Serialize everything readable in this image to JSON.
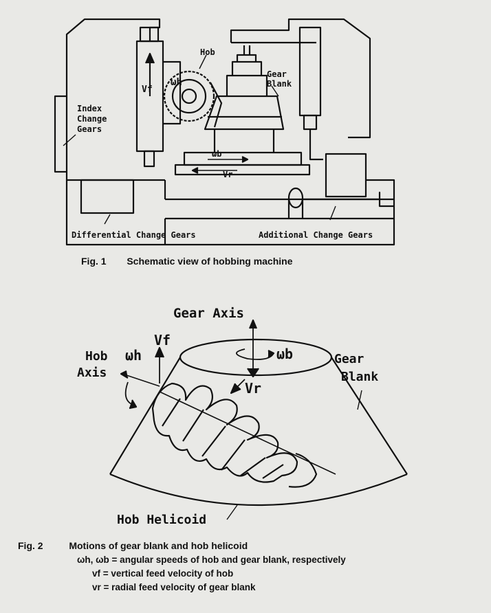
{
  "figure1": {
    "labels": {
      "hob": "Hob",
      "gear_blank": "Gear\nBlank",
      "index_change_gears": "Index\nChange\nGears",
      "differential_change_gears": "Differential Change Gears",
      "additional_change_gears": "Additional Change Gears",
      "vf": "Vf",
      "omega_h": "ωh",
      "omega_b": "ωb",
      "vr": "Vr"
    },
    "caption_num": "Fig. 1",
    "caption_text": "Schematic view of hobbing machine"
  },
  "figure2": {
    "labels": {
      "gear_axis": "Gear Axis",
      "hob_axis": "Hob\nAxis",
      "gear_blank": "Gear\nBlank",
      "hob_helicoid": "Hob Helicoid",
      "omega_h": "ωh",
      "omega_b": "ωb",
      "vf": "Vf",
      "vr": "Vr"
    },
    "caption_num": "Fig. 2",
    "caption_text": "Motions of gear blank and hob helicoid",
    "legend": [
      "ωh, ωb = angular speeds of hob and gear blank, respectively",
      "vf = vertical feed velocity of hob",
      "vr = radial feed velocity of gear blank"
    ]
  }
}
